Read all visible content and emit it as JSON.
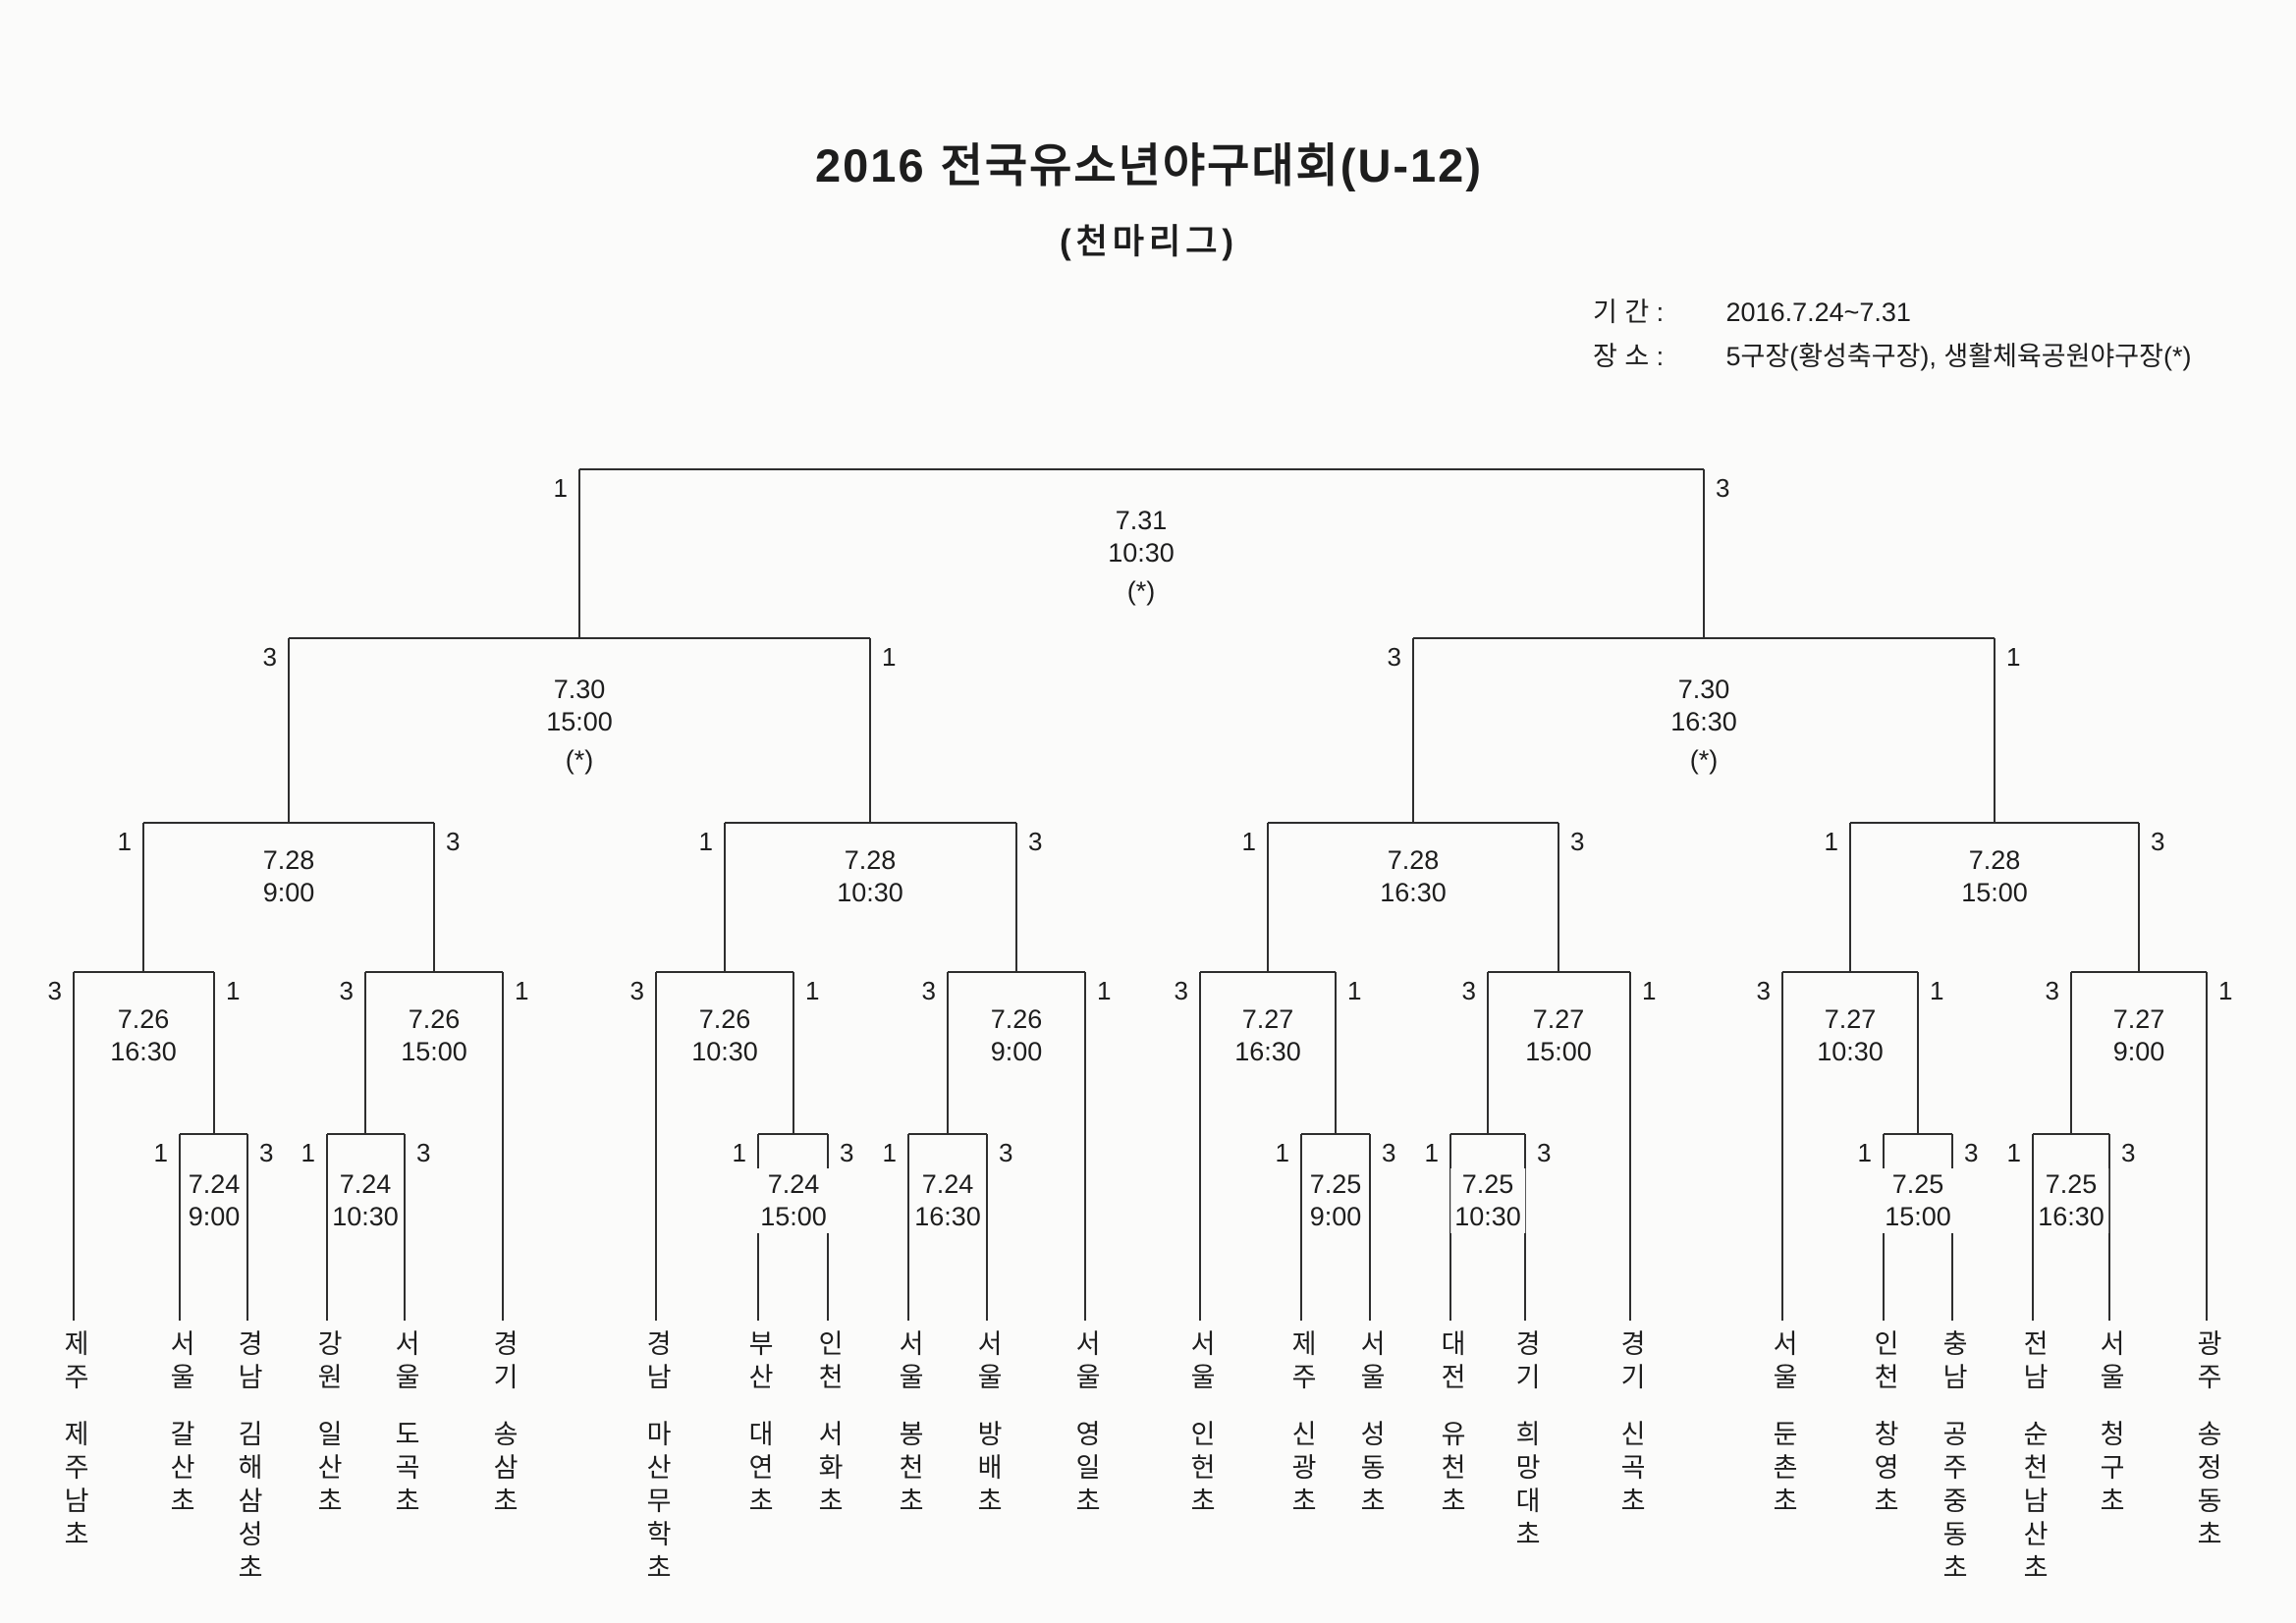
{
  "header": {
    "title": "2016 전국유소년야구대회(U-12)",
    "subtitle": "(천마리그)",
    "period_label": "기  간 :",
    "period_value": "2016.7.24~7.31",
    "venue_label": "장  소 :",
    "venue_value": "5구장(황성축구장), 생활체육공원야구장(*)"
  },
  "colors": {
    "ink": "#1d1d1d",
    "line": "#2e2e2e",
    "paper": "#fbfbfa"
  },
  "final": {
    "date": "7.31",
    "time": "10:30",
    "venue_mark": "(*)",
    "score_left": "1",
    "score_right": "3"
  },
  "semifinals": [
    {
      "date": "7.30",
      "time": "15:00",
      "venue_mark": "(*)",
      "score_left": "3",
      "score_right": "1"
    },
    {
      "date": "7.30",
      "time": "16:30",
      "venue_mark": "(*)",
      "score_left": "3",
      "score_right": "1"
    }
  ],
  "quarterfinals": [
    {
      "date": "7.28",
      "time": "9:00",
      "score_left": "1",
      "score_right": "3"
    },
    {
      "date": "7.28",
      "time": "10:30",
      "score_left": "1",
      "score_right": "3"
    },
    {
      "date": "7.28",
      "time": "16:30",
      "score_left": "1",
      "score_right": "3"
    },
    {
      "date": "7.28",
      "time": "15:00",
      "score_left": "1",
      "score_right": "3"
    }
  ],
  "round2": [
    {
      "date": "7.26",
      "time": "16:30",
      "score_left": "3",
      "score_right": "1"
    },
    {
      "date": "7.26",
      "time": "15:00",
      "score_left": "3",
      "score_right": "1"
    },
    {
      "date": "7.26",
      "time": "10:30",
      "score_left": "3",
      "score_right": "1"
    },
    {
      "date": "7.26",
      "time": "9:00",
      "score_left": "3",
      "score_right": "1"
    },
    {
      "date": "7.27",
      "time": "16:30",
      "score_left": "3",
      "score_right": "1"
    },
    {
      "date": "7.27",
      "time": "15:00",
      "score_left": "3",
      "score_right": "1"
    },
    {
      "date": "7.27",
      "time": "10:30",
      "score_left": "3",
      "score_right": "1"
    },
    {
      "date": "7.27",
      "time": "9:00",
      "score_left": "3",
      "score_right": "1"
    }
  ],
  "round1": [
    {
      "date": "7.24",
      "time": "9:00",
      "score_left": "1",
      "score_right": "3"
    },
    {
      "date": "7.24",
      "time": "10:30",
      "score_left": "1",
      "score_right": "3"
    },
    {
      "date": "7.24",
      "time": "15:00",
      "score_left": "1",
      "score_right": "3"
    },
    {
      "date": "7.24",
      "time": "16:30",
      "score_left": "1",
      "score_right": "3"
    },
    {
      "date": "7.25",
      "time": "9:00",
      "score_left": "1",
      "score_right": "3"
    },
    {
      "date": "7.25",
      "time": "10:30",
      "score_left": "1",
      "score_right": "3"
    },
    {
      "date": "7.25",
      "time": "15:00",
      "score_left": "1",
      "score_right": "3"
    },
    {
      "date": "7.25",
      "time": "16:30",
      "score_left": "1",
      "score_right": "3"
    }
  ],
  "teams": [
    {
      "region": "제주",
      "school": "제주남초"
    },
    {
      "region": "서울",
      "school": "갈산초"
    },
    {
      "region": "경남",
      "school": "김해삼성초"
    },
    {
      "region": "강원",
      "school": "일산초"
    },
    {
      "region": "서울",
      "school": "도곡초"
    },
    {
      "region": "경기",
      "school": "송삼초"
    },
    {
      "region": "경남",
      "school": "마산무학초"
    },
    {
      "region": "부산",
      "school": "대연초"
    },
    {
      "region": "인천",
      "school": "서화초"
    },
    {
      "region": "서울",
      "school": "봉천초"
    },
    {
      "region": "서울",
      "school": "방배초"
    },
    {
      "region": "서울",
      "school": "영일초"
    },
    {
      "region": "서울",
      "school": "인헌초"
    },
    {
      "region": "제주",
      "school": "신광초"
    },
    {
      "region": "서울",
      "school": "성동초"
    },
    {
      "region": "대전",
      "school": "유천초"
    },
    {
      "region": "경기",
      "school": "희망대초"
    },
    {
      "region": "경기",
      "school": "신곡초"
    },
    {
      "region": "서울",
      "school": "둔촌초"
    },
    {
      "region": "인천",
      "school": "창영초"
    },
    {
      "region": "충남",
      "school": "공주중동초"
    },
    {
      "region": "전남",
      "school": "순천남산초"
    },
    {
      "region": "서울",
      "school": "청구초"
    },
    {
      "region": "광주",
      "school": "송정동초"
    }
  ]
}
